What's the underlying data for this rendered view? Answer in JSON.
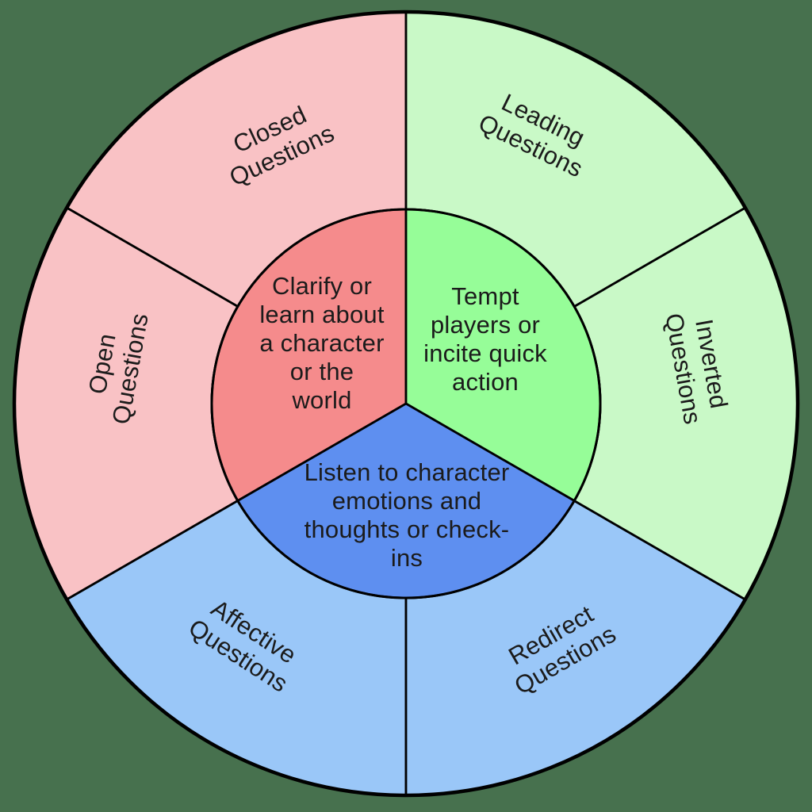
{
  "colors": {
    "background": "#47714E",
    "outline": "#000000",
    "text": "#1b1b1b",
    "inner_red": "#F58B8C",
    "inner_green": "#96FD98",
    "inner_blue": "#5E8FF0",
    "ring_pink": "#F9C2C5",
    "ring_green": "#C9F9C7",
    "ring_blue": "#9AC7F8"
  },
  "wheel": {
    "inner_sectors": [
      {
        "id": "clarify",
        "label": "Clarify or\nlearn about\na character\nor the\nworld"
      },
      {
        "id": "tempt",
        "label": "Tempt\nplayers or\nincite quick\naction"
      },
      {
        "id": "listen",
        "label": "Listen to character\nemotions and\nthoughts or check-\nins"
      }
    ],
    "outer_segments": [
      {
        "id": "closed",
        "label": "Closed\nQuestions"
      },
      {
        "id": "leading",
        "label": "Leading\nQuestions"
      },
      {
        "id": "open",
        "label": "Open\nQuestions"
      },
      {
        "id": "inverted",
        "label": "Inverted\nQuestions"
      },
      {
        "id": "affective",
        "label": "Affective\nQuestions"
      },
      {
        "id": "redirect",
        "label": "Redirect\nQuestions"
      }
    ]
  }
}
